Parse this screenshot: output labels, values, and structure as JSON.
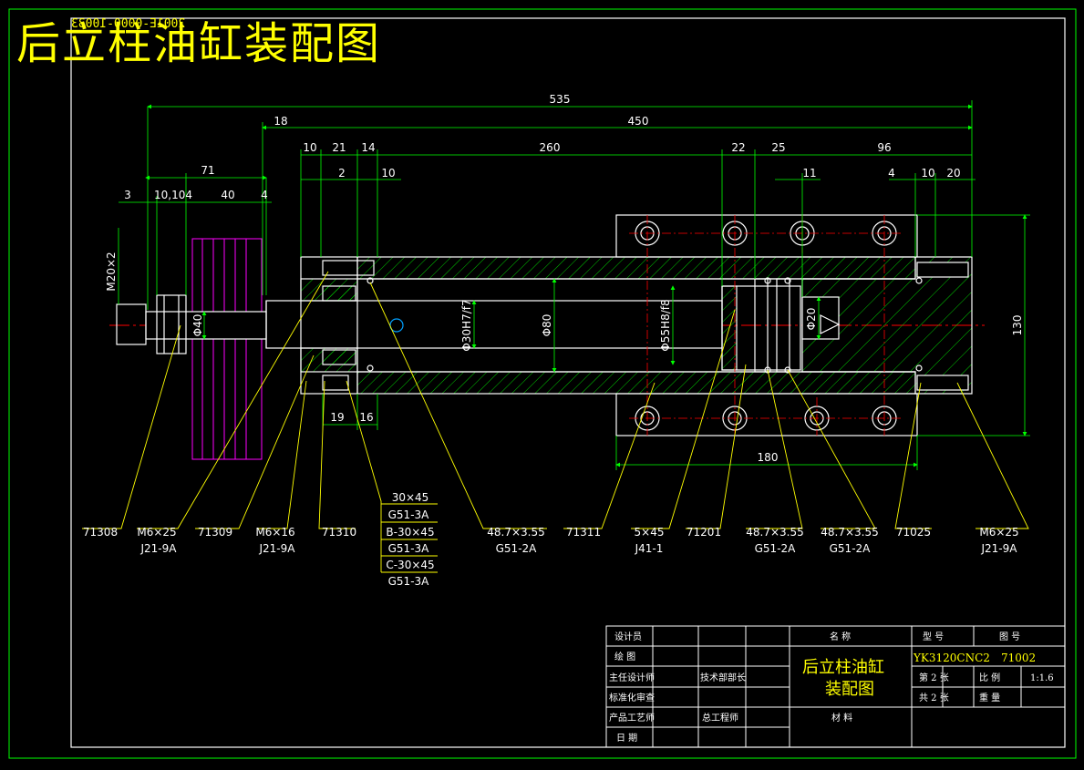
{
  "sheet": {
    "title": "后立柱油缸装配图",
    "mirror_text": "2001E-0000-10033",
    "colors": {
      "frame": "#00ff00",
      "outline": "#ffffff",
      "dimension": "#00ff00",
      "leader": "#ffff00",
      "centerline": "#ff0000",
      "hatch": "#00ff00",
      "aux": "#ff00ff",
      "hole": "#00a0ff",
      "title_text": "#ffff00"
    }
  },
  "dimensions": {
    "d535": "535",
    "d450": "450",
    "d18": "18",
    "d10a": "10",
    "d21": "21",
    "d14": "14",
    "d260": "260",
    "d22": "22",
    "d25": "25",
    "d96": "96",
    "d2": "2",
    "d10b": "10",
    "d11": "11",
    "d4a": "4",
    "d10c": "10",
    "d20": "20",
    "d71": "71",
    "d3": "3",
    "d10104": "10,104",
    "d40": "40",
    "d4b": "4",
    "d19": "19",
    "d16": "16",
    "d180": "180",
    "d130": "130",
    "m20": "M20×2",
    "phi40": "Φ40",
    "phi30": "Φ30H7/f7",
    "phi80": "Φ80",
    "phi55": "Φ55H8/f8",
    "phi20": "Φ20"
  },
  "callouts": [
    {
      "id": "c1",
      "top": "71308",
      "bottom": ""
    },
    {
      "id": "c2",
      "top": "M6×25",
      "bottom": "J21-9A"
    },
    {
      "id": "c3",
      "top": "71309",
      "bottom": ""
    },
    {
      "id": "c4",
      "top": "M6×16",
      "bottom": "J21-9A"
    },
    {
      "id": "c5",
      "top": "71310",
      "bottom": ""
    },
    {
      "id": "c6",
      "top": "48.7×3.55",
      "bottom": "G51-2A"
    },
    {
      "id": "c7",
      "top": "71311",
      "bottom": ""
    },
    {
      "id": "c8",
      "top": "5×45",
      "bottom": "J41-1"
    },
    {
      "id": "c9",
      "top": "71201",
      "bottom": ""
    },
    {
      "id": "c10",
      "top": "48.7×3.55",
      "bottom": "G51-2A"
    },
    {
      "id": "c11",
      "top": "48.7×3.55",
      "bottom": "G51-2A"
    },
    {
      "id": "c12",
      "top": "71025",
      "bottom": ""
    },
    {
      "id": "c13",
      "top": "M6×25",
      "bottom": "J21-9A"
    }
  ],
  "seal_stack": [
    "30×45",
    "G51-3A",
    "B-30×45",
    "G51-3A",
    "C-30×45",
    "G51-3A"
  ],
  "title_block": {
    "left_rows": [
      "设计员",
      "绘  图",
      "主任设计师",
      "标准化审查",
      "产品工艺师",
      "日  期"
    ],
    "mid_rows": [
      "",
      "",
      "技术部部长",
      "",
      "总工程师",
      ""
    ],
    "name_header": "名    称",
    "name_line1": "后立柱油缸",
    "name_line2": "装配图",
    "material_label": "材    料",
    "model_header": "型    号",
    "drawing_no_header": "图    号",
    "model": "YK3120CNC2",
    "drawing_no": "71002",
    "sheet_no_label": "第 2 张",
    "scale_label": "比    例",
    "scale_value": "1:1.6",
    "total_label": "共 2 张",
    "weight_label": "重    量"
  }
}
